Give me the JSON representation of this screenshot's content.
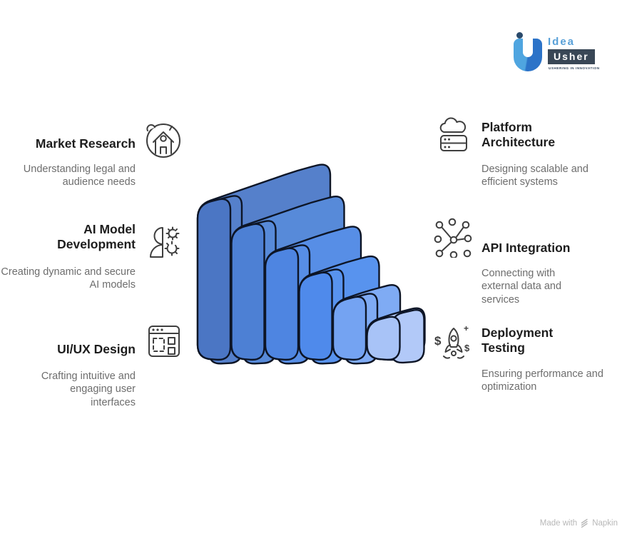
{
  "page": {
    "background": "#ffffff"
  },
  "logo": {
    "brand_line1": "Idea",
    "brand_line2": "Usher",
    "tagline": "USHERING IN INNOVATION",
    "accent_light": "#4fa5e0",
    "accent_dark": "#2c73c8",
    "box_color": "#394756"
  },
  "items_left": [
    {
      "title": "Market Research",
      "description": "Understanding legal and audience needs",
      "icon": "house-globe-icon"
    },
    {
      "title": "AI Model Development",
      "description": "Creating dynamic and secure AI models",
      "icon": "person-gears-icon"
    },
    {
      "title": "UI/UX Design",
      "description": "Crafting intuitive and engaging user interfaces",
      "icon": "browser-wireframe-icon"
    }
  ],
  "items_right": [
    {
      "title": "Platform Architecture",
      "description": "Designing scalable and efficient systems",
      "icon": "cloud-server-icon"
    },
    {
      "title": "API Integration",
      "description": "Connecting with external data and services",
      "icon": "network-nodes-icon"
    },
    {
      "title": "Deployment Testing",
      "description": "Ensuring performance and optimization",
      "icon": "rocket-dollars-icon"
    }
  ],
  "diagram": {
    "type": "isometric-step-stack",
    "levels": 6,
    "direction": "descending-left-to-right",
    "outline_color": "#0d1526",
    "steps": [
      {
        "front": "#4b76c4",
        "top": "#5580cb"
      },
      {
        "front": "#4d80d4",
        "top": "#578ad9"
      },
      {
        "front": "#4e85e1",
        "top": "#578ee6"
      },
      {
        "front": "#4f8aeb",
        "top": "#5893ee"
      },
      {
        "front": "#74a3f2",
        "top": "#7fabf4"
      },
      {
        "front": "#a8c3f7",
        "top": "#b2c9f8"
      }
    ]
  },
  "icons": {
    "rocket_dollar_left": "$",
    "rocket_dollar_right": "$",
    "rocket_plus": "+"
  },
  "attribution": {
    "prefix": "Made with",
    "brand": "Napkin"
  }
}
